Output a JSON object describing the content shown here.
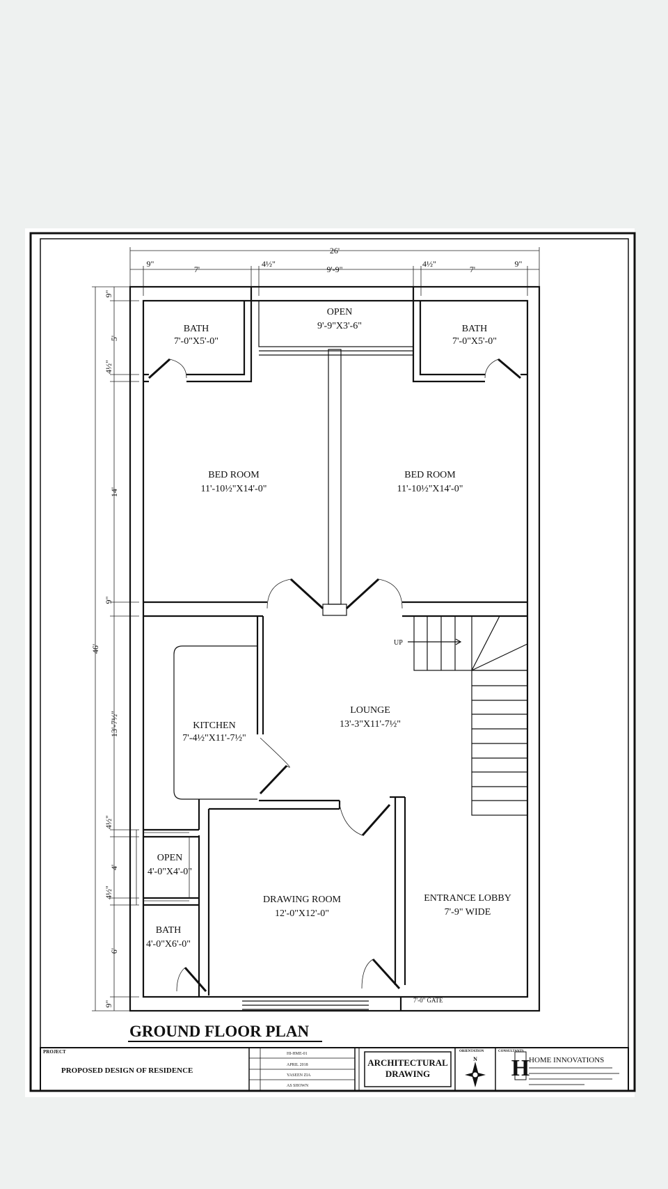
{
  "title": "GROUND FLOOR PLAN",
  "rooms": {
    "bath_left": {
      "name": "BATH",
      "size": "7'-0\"X5'-0\""
    },
    "open_top": {
      "name": "OPEN",
      "size": "9'-9\"X3'-6\""
    },
    "bath_right": {
      "name": "BATH",
      "size": "7'-0\"X5'-0\""
    },
    "bed_left": {
      "name": "BED ROOM",
      "size": "11'-10½\"X14'-0\""
    },
    "bed_right": {
      "name": "BED ROOM",
      "size": "11'-10½\"X14'-0\""
    },
    "lounge": {
      "name": "LOUNGE",
      "size": "13'-3\"X11'-7½\""
    },
    "kitchen": {
      "name": "KITCHEN",
      "size": "7'-4½\"X11'-7½\""
    },
    "open_small": {
      "name": "OPEN",
      "size": "4'-0\"X4'-0\""
    },
    "drawing": {
      "name": "DRAWING ROOM",
      "size": "12'-0\"X12'-0\""
    },
    "lobby": {
      "name": "ENTRANCE LOBBY",
      "size": "7'-9\" WIDE"
    },
    "bath_small": {
      "name": "BATH",
      "size": "4'-0\"X6'-0\""
    }
  },
  "stair_label": "UP",
  "gate_label": "7'-0\" GATE",
  "dims_top": {
    "overall": "26'",
    "d1": "9\"",
    "d2": "7'",
    "d3": "4½\"",
    "d4": "9'-9\"",
    "d5": "4½\"",
    "d6": "7'",
    "d7": "9\""
  },
  "dims_left": {
    "overall": "46'",
    "d1": "9\"",
    "d2": "5'",
    "d3": "4½\"",
    "d4": "14'",
    "d5": "9\"",
    "d6": "13'-7½\"",
    "d7": "4½\"",
    "d8": "4'",
    "d9": "4½\"",
    "d10": "6'",
    "d11": "9\""
  },
  "title_block": {
    "project_label": "PROJECT",
    "project": "PROPOSED DESIGN OF RESIDENCE",
    "drawing_type": [
      "ARCHITECTURAL",
      "DRAWING"
    ],
    "orientation_label": "ORIENTATION",
    "north": "N",
    "consultant_label": "CONSULTANTS",
    "firm": "HOME INNOVATIONS",
    "firm_logo": "H",
    "info": [
      "HI-HME-01",
      "APRIL 2018",
      "YASEEN ZIA",
      "AS SHOWN"
    ]
  },
  "colors": {
    "background": "#eef1f0",
    "sheet": "#ffffff",
    "ink": "#111111"
  }
}
